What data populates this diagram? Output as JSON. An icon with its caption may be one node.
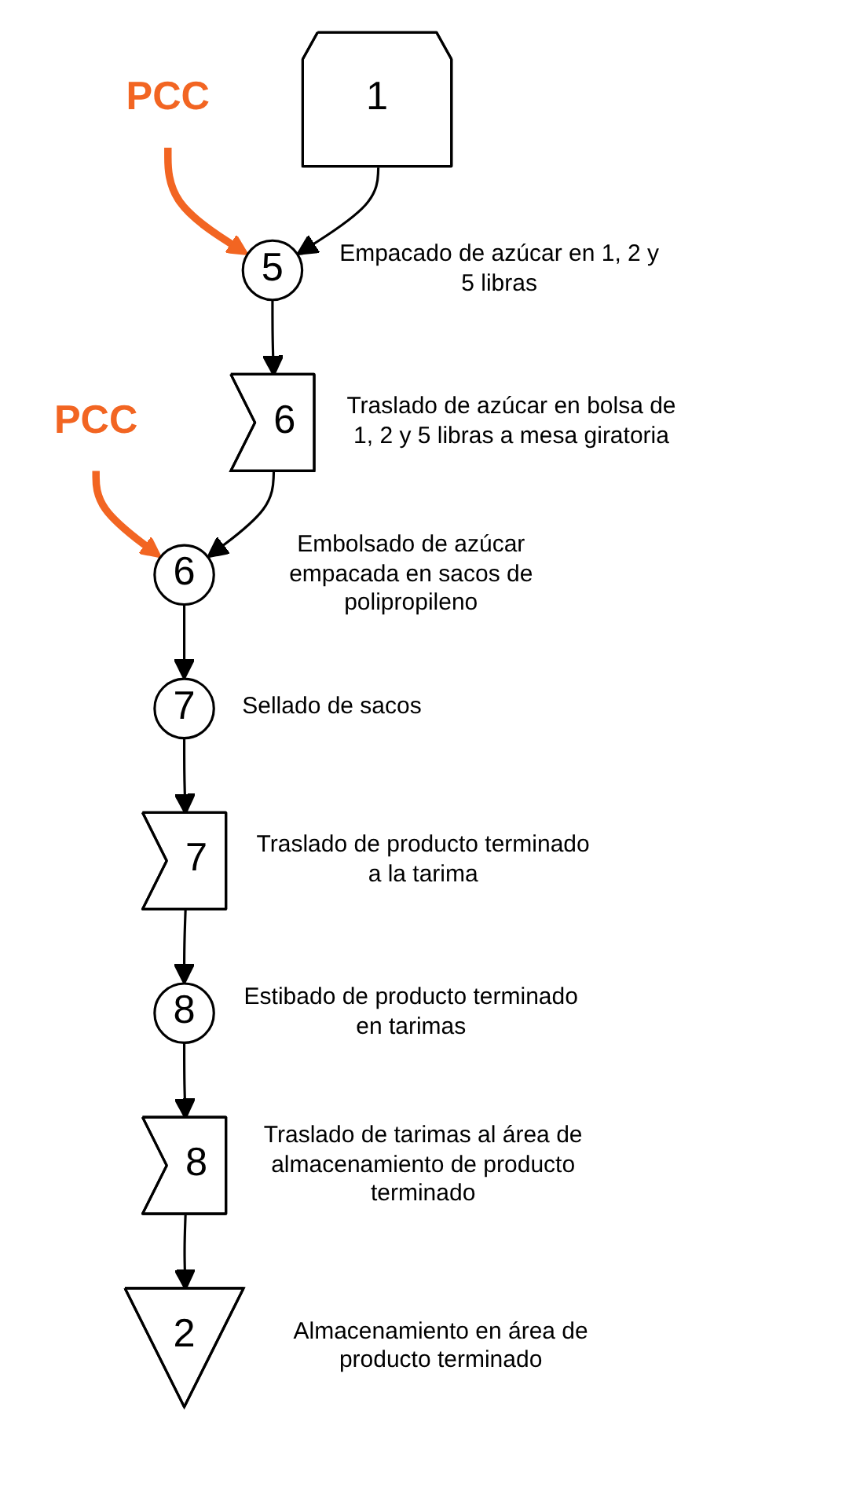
{
  "diagram": {
    "nodes": [
      {
        "text": [
          "1"
        ]
      },
      {
        "text": [
          "PCC"
        ]
      },
      {
        "text": [
          "5"
        ],
        "beside": [
          "Empacado de azúcar en 1, 2 y 5 libras"
        ]
      },
      {
        "text": [
          "6"
        ],
        "beside": [
          "Traslado de azúcar en bolsa de 1, 2 y 5 libras a mesa giratoria"
        ]
      },
      {
        "text": [
          "PCC"
        ]
      },
      {
        "text": [
          "6"
        ],
        "beside": [
          "Embolsado de azúcar empacada en sacos de polipropileno"
        ]
      },
      {
        "text": [
          "7"
        ],
        "beside": [
          "Sellado de sacos"
        ]
      },
      {
        "text": [
          "7"
        ],
        "beside": [
          "Traslado de producto terminado  a la tarima"
        ]
      },
      {
        "text": [
          "8"
        ],
        "beside": [
          "Estibado de producto terminado en tarimas"
        ]
      },
      {
        "text": [
          "8"
        ],
        "beside": [
          "Traslado de tarimas al área de almacenamiento de producto terminado"
        ]
      },
      {
        "text": [
          "2"
        ],
        "beside": [
          "Almacenamiento en área de producto terminado"
        ]
      }
    ],
    "edges": [
      {
        "from": 1,
        "to": 2,
        "arrow": "to",
        "style": "thick",
        "color": "#f26522"
      },
      {
        "from": 0,
        "to": 2,
        "arrow": "to"
      },
      {
        "from": 2,
        "to": 3,
        "arrow": "to"
      },
      {
        "from": 4,
        "to": 5,
        "arrow": "to",
        "style": "thick",
        "color": "#f26522"
      },
      {
        "from": 3,
        "to": 5,
        "arrow": "to"
      },
      {
        "from": 5,
        "to": 6,
        "arrow": "to"
      },
      {
        "from": 6,
        "to": 7,
        "arrow": "to"
      },
      {
        "from": 7,
        "to": 8,
        "arrow": "to"
      },
      {
        "from": 8,
        "to": 9,
        "arrow": "to"
      },
      {
        "from": 9,
        "to": 10,
        "arrow": "to"
      }
    ]
  }
}
